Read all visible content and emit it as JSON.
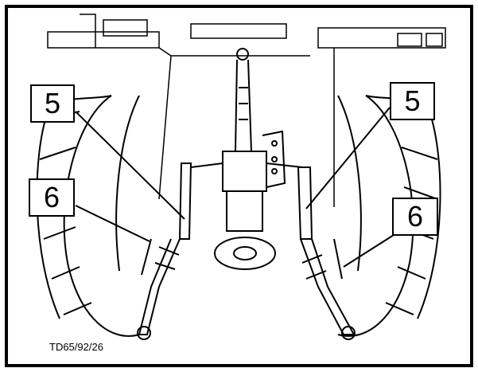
{
  "callouts": [
    {
      "id": "left-top",
      "label": "5"
    },
    {
      "id": "left-bottom",
      "label": "6"
    },
    {
      "id": "right-top",
      "label": "5"
    },
    {
      "id": "right-bottom",
      "label": "6"
    }
  ],
  "figure_code": "TD65/92/26",
  "colors": {
    "line": "#000000",
    "background": "#ffffff"
  }
}
